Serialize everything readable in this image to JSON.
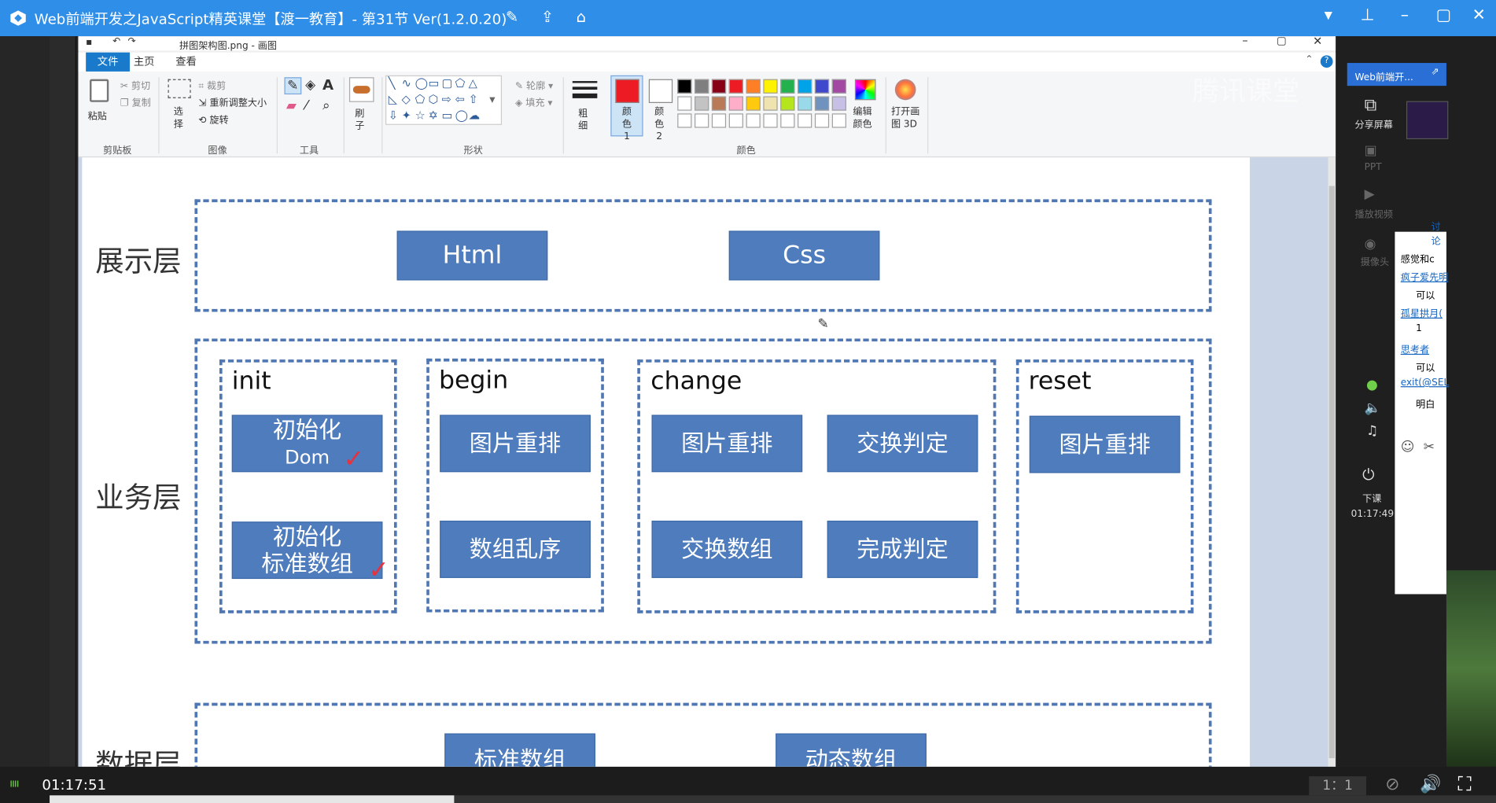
{
  "player": {
    "title": "Web前端开发之JavaScript精英课堂【渡一教育】- 第31节 Ver(1.2.0.20)",
    "current_time": "01:17:51",
    "ratio_label": "1：1",
    "progress_fraction": 0.28
  },
  "paint": {
    "filename": "拼图架构图.png - 画图",
    "tabs": [
      "文件",
      "主页",
      "查看"
    ],
    "clipboard": {
      "paste": "粘贴",
      "cut": "剪切",
      "copy": "复制",
      "group": "剪贴板"
    },
    "image": {
      "select": "选择",
      "crop": "裁剪",
      "resize": "重新调整大小",
      "rotate": "旋转",
      "group": "图像"
    },
    "tools": {
      "group": "工具"
    },
    "brush": {
      "label": "刷子"
    },
    "shapes": {
      "outline": "轮廓",
      "fill": "填充",
      "group": "形状"
    },
    "size": {
      "label": "粗细"
    },
    "color1": {
      "label": "颜色 1",
      "value": "#ed1c24"
    },
    "color2": {
      "label": "颜色 2",
      "value": "#ffffff"
    },
    "edit_colors": "编辑颜色",
    "open_3d": "打开画图 3D",
    "colors_group": "颜色",
    "palette_row1": [
      "#000000",
      "#7f7f7f",
      "#880015",
      "#ed1c24",
      "#ff7f27",
      "#fff200",
      "#22b14c",
      "#00a2e8",
      "#3f48cc",
      "#a349a4"
    ],
    "palette_row2": [
      "#ffffff",
      "#c3c3c3",
      "#b97a57",
      "#ffaec9",
      "#ffc90e",
      "#efe4b0",
      "#b5e61d",
      "#99d9ea",
      "#7092be",
      "#c8bfe7"
    ]
  },
  "diagram": {
    "layers": {
      "presentation": "展示层",
      "business": "业务层",
      "data": "数据层"
    },
    "presentation_boxes": [
      "Html",
      "Css"
    ],
    "init": {
      "title": "init",
      "box1_line1": "初始化",
      "box1_line2": "Dom",
      "box2_line1": "初始化",
      "box2_line2": "标准数组"
    },
    "begin": {
      "title": "begin",
      "box1": "图片重排",
      "box2": "数组乱序"
    },
    "change": {
      "title": "change",
      "box1": "图片重排",
      "box2": "交换判定",
      "box3": "交换数组",
      "box4": "完成判定"
    },
    "reset": {
      "title": "reset",
      "box1": "图片重排"
    },
    "data_boxes": [
      "标准数组",
      "动态数组"
    ]
  },
  "right_panel": {
    "watermark": "腾讯课堂",
    "share_title": "Web前端开...",
    "share_screen": "分享屏幕",
    "ppt": "PPT",
    "play_video": "播放视频",
    "camera": "摄像头",
    "discuss": "讨论",
    "end_class": "下课",
    "class_time": "01:17:49",
    "chat": [
      {
        "kind": "msg",
        "text": "感觉和c"
      },
      {
        "kind": "name",
        "text": "疯子爱先明"
      },
      {
        "kind": "msg",
        "text": "可以"
      },
      {
        "kind": "name",
        "text": "孤星拱月("
      },
      {
        "kind": "msg",
        "text": "1"
      },
      {
        "kind": "name",
        "text": "思考者"
      },
      {
        "kind": "msg",
        "text": "可以"
      },
      {
        "kind": "name",
        "text": "exit(@SEL"
      },
      {
        "kind": "msg",
        "text": "明白"
      }
    ]
  }
}
